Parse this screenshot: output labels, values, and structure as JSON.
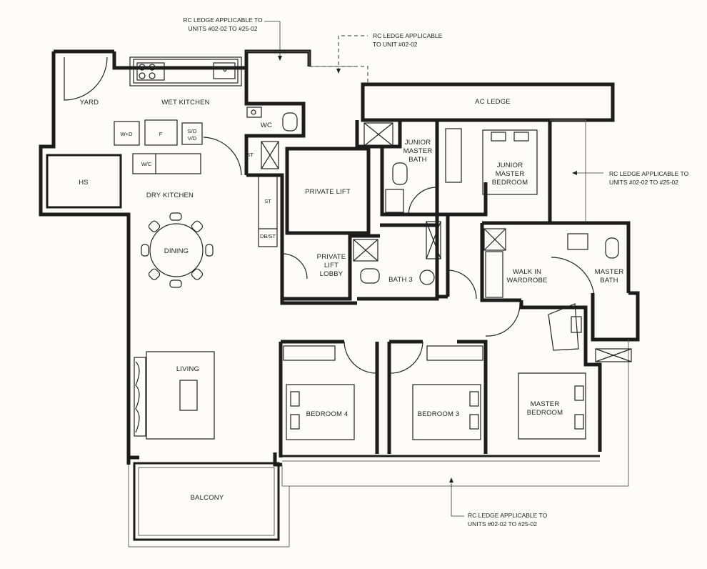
{
  "rooms": {
    "yard": "YARD",
    "wet_kitchen": "WET KITCHEN",
    "hs": "HS",
    "dry_kitchen": "DRY KITCHEN",
    "dining": "DINING",
    "living": "LIVING",
    "balcony": "BALCONY",
    "wc": "WC",
    "st_1": "ST",
    "st_2": "ST",
    "db_st": "DB/ST",
    "private_lift": "PRIVATE LIFT",
    "private_lift_lobby": [
      "PRIVATE",
      "LIFT",
      "LOBBY"
    ],
    "bath_3": "BATH 3",
    "ac_ledge": "AC LEDGE",
    "junior_master_bath": [
      "JUNIOR",
      "MASTER",
      "BATH"
    ],
    "junior_master_bedroom": [
      "JUNIOR",
      "MASTER",
      "BEDROOM"
    ],
    "walk_in_wardrobe": [
      "WALK IN",
      "WARDROBE"
    ],
    "master_bath": [
      "MASTER",
      "BATH"
    ],
    "master_bedroom": [
      "MASTER",
      "BEDROOM"
    ],
    "bedroom_4": "BEDROOM 4",
    "bedroom_3": "BEDROOM 3"
  },
  "fixtures": {
    "washer_dryer": "W+D",
    "fridge": "F",
    "stove_oven": [
      "S/O",
      "V/D"
    ],
    "wc_cabinet": "W/C"
  },
  "notes": {
    "rc_ledge_top_left": [
      "RC LEDGE APPLICABLE TO",
      "UNITS #02-02 TO #25-02"
    ],
    "rc_ledge_top_mid": [
      "RC LEDGE APPLICABLE",
      "TO UNIT #02-02"
    ],
    "rc_ledge_right": [
      "RC LEDGE APPLICABLE TO",
      "UNITS #02-02 TO #25-02"
    ],
    "rc_ledge_bottom": [
      "RC LEDGE APPLICABLE TO",
      "UNITS #02-02 TO #25-02"
    ]
  }
}
